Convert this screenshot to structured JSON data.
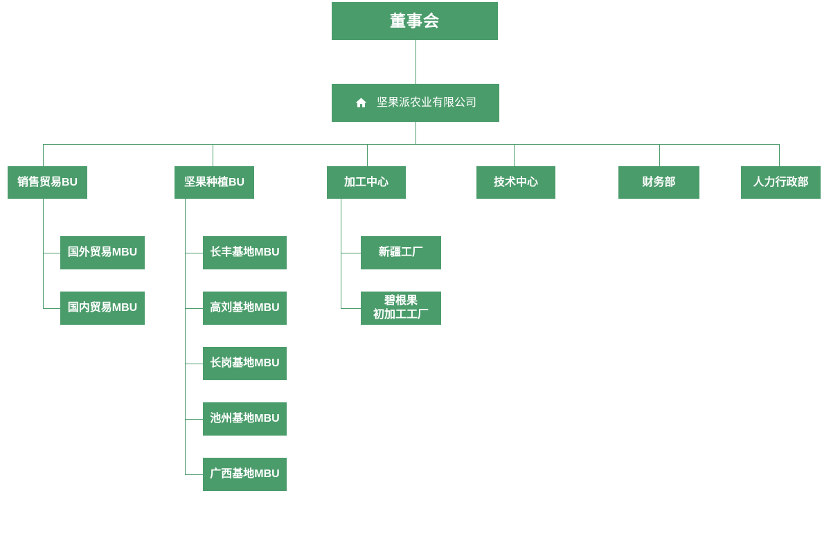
{
  "colors": {
    "node_fill": "#4b9c6b",
    "connector_line": "#4b9c6b",
    "node_text": "#ffffff",
    "background": "#ffffff"
  },
  "org": {
    "board": {
      "label": "董事会"
    },
    "company": {
      "label": "坚果派农业有限公司",
      "icon": "home-icon"
    },
    "departments": [
      {
        "label": "销售贸易BU"
      },
      {
        "label": "坚果种植BU"
      },
      {
        "label": "加工中心"
      },
      {
        "label": "技术中心"
      },
      {
        "label": "财务部"
      },
      {
        "label": "人力行政部"
      }
    ],
    "sales_children": [
      {
        "label": "国外贸易MBU"
      },
      {
        "label": "国内贸易MBU"
      }
    ],
    "planting_children": [
      {
        "label": "长丰基地MBU"
      },
      {
        "label": "高刘基地MBU"
      },
      {
        "label": "长岗基地MBU"
      },
      {
        "label": "池州基地MBU"
      },
      {
        "label": "广西基地MBU"
      }
    ],
    "processing_children": [
      {
        "label": "新疆工厂"
      },
      {
        "label_line1": "碧根果",
        "label_line2": "初加工工厂"
      }
    ]
  }
}
